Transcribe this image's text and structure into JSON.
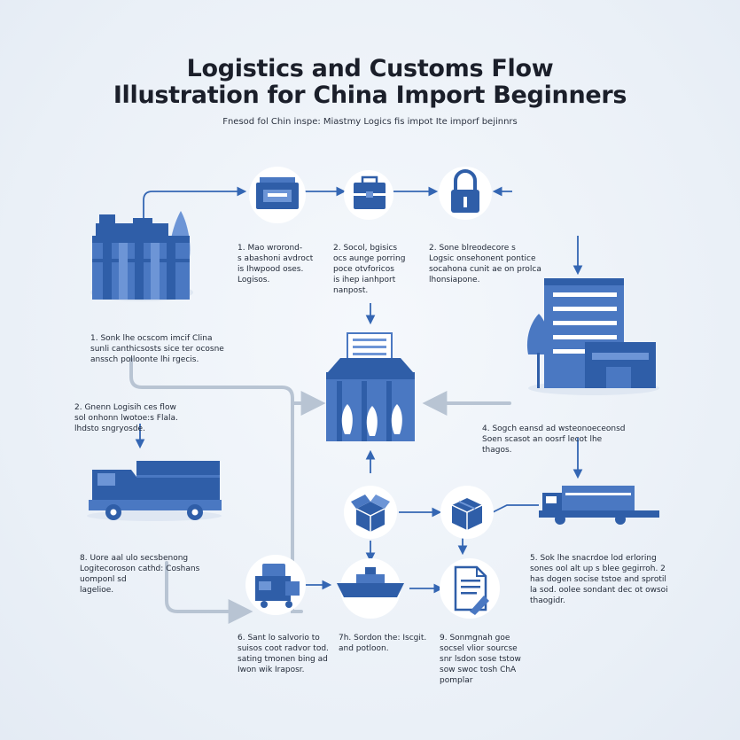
{
  "title_line1": "Logistics and Customs Flow",
  "title_line2": "Illustration for China Import Beginners",
  "subtitle": "Fnesod fol Chin inspe: Miastmy Logics fis impot Ite imporf bejinnrs",
  "labels": {
    "top_1": "1. Mao wrorond-\ns abashoni avdroct\nis Ihwpood oses.\nLogisos.",
    "top_2": "2. Socol, bgisics\nocs aunge porring\npoce otvforicos\nis ihep ianhport\nnanpost.",
    "top_3": "2. Sone blreodecore s\nLogsic onsehonent pontice\nsocahona cunit ae on prolca\nlhonsiapone.",
    "left_1": "1. Sonk lhe ocscom imcif Clina\nsunli canthicsosts sice ter ocosne\nanssch polloonte lhi rgecis.",
    "left_2": "2. Gnenn Logisih ces flow\nsol onhonn lwotoe:s Flala.\nlhdsto sngryosde.",
    "right_4": "4. Sogch eansd ad wsteonoeceonsd\nSoen scasot an oosrf lecot lhe\nthagos.",
    "left_8": "8. Uore aal ulo secsbenong\nLogitecoroson cathd: Coshans\nuomponl sd\nlagelioe.",
    "bottom_6": "6. Sant lo salvorio to\nsuisos coot radvor tod.\nsating tmonen bing ad\nIwon wik Iraposr.",
    "bottom_7": "7h. Sordon the: Iscgit.\nand potloon.",
    "bottom_9": "9. Sonmgnah goe\nsocsel vlior sourcse\nsnr lsdon sose tstow\nsow swoc tosh ChA\npomplar",
    "right_5": "5. Sok lhe snacrdoe lod erloring\nsones ool alt up s blee gegirroh. 2\nhas dogen socise tstoe and sprotil\nla sod. oolee sondant dec ot owsoi\nthaogidr."
  },
  "colors": {
    "primary": "#2f5ea8",
    "mid": "#4a78c2",
    "light": "#6d95d6",
    "connector": "#b8c4d3",
    "arrow": "#3466b3"
  },
  "icons": {
    "factory": "factory-icon",
    "warehouse_box": "warehouse-box-icon",
    "briefcase": "briefcase-icon",
    "padlock": "padlock-icon",
    "office_building": "office-building-icon",
    "customs_house": "customs-house-icon",
    "truck": "truck-icon",
    "delivery_truck": "delivery-truck-icon",
    "box_open": "open-box-icon",
    "box_closed": "closed-box-icon",
    "cart": "cart-icon",
    "ship": "cargo-ship-icon",
    "document": "document-icon"
  }
}
